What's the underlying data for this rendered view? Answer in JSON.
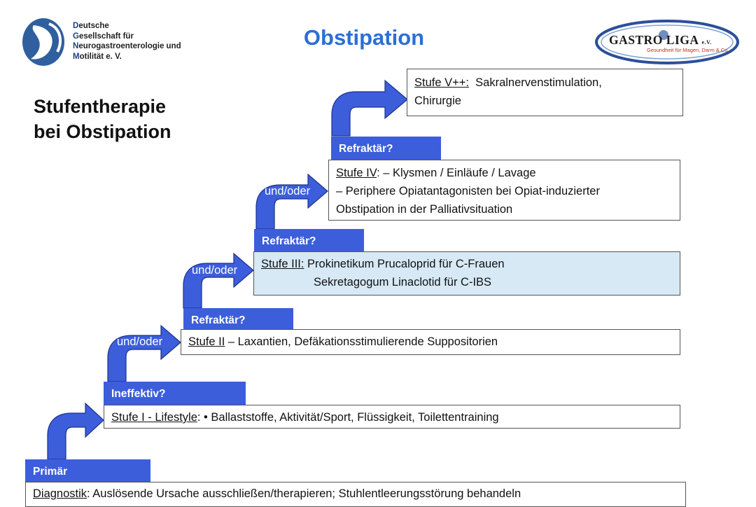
{
  "title": "Obstipation",
  "heading": {
    "line1": "Stufentherapie",
    "line2": "bei Obstipation"
  },
  "logo_left": {
    "line1": {
      "initial": "D",
      "rest": "eutsche"
    },
    "line2": {
      "initial": "G",
      "rest": "esellschaft für"
    },
    "line3": {
      "initial": "N",
      "rest": "eurogastroenterologie und"
    },
    "line4": {
      "initial": "M",
      "rest": "otilität e. V."
    }
  },
  "logo_right": {
    "name": "GASTRO LIGA",
    "suffix": "e.V.",
    "tagline": "Gesundheit für Magen, Darm & Co."
  },
  "colors": {
    "arrow": "#3c5edb",
    "tag": "#3c5edb",
    "title": "#2a6fd6",
    "highlight_box": "#d6e9f5"
  },
  "steps": {
    "diagnostik": {
      "label": "Diagnostik",
      "text": ": Auslösende Ursache ausschließen/therapieren; Stuhlentleerungsstörung behandeln"
    },
    "stufe1": {
      "label": "Stufe I - Lifestyle",
      "text": ": • Ballaststoffe, Aktivität/Sport, Flüssigkeit, Toilettentraining"
    },
    "stufe2": {
      "label": "Stufe II",
      "text": " – Laxantien, Defäkationsstimulierende Suppositorien"
    },
    "stufe3": {
      "label": "Stufe III:",
      "line1": " Prokinetikum Prucaloprid für C-Frauen",
      "line2": "Sekretagogum Linaclotid für C-IBS"
    },
    "stufe4": {
      "label": "Stufe IV",
      "line1": ": – Klysmen / Einläufe / Lavage",
      "line2": "– Periphere Opiatantagonisten bei Opiat-induzierter",
      "line3": "Obstipation in der Palliativsituation"
    },
    "stufe5": {
      "label": "Stufe V++:",
      "line1": "  Sakralnervenstimulation,",
      "line2": "Chirurgie"
    }
  },
  "tags": {
    "primaer": "Primär",
    "ineffektiv": "Ineffektiv?",
    "refraktaer1": "Refraktär?",
    "refraktaer2": "Refraktär?",
    "refraktaer3": "Refraktär?"
  },
  "connectors": {
    "c1": "und/oder",
    "c2": "und/oder",
    "c3": "und/oder"
  }
}
